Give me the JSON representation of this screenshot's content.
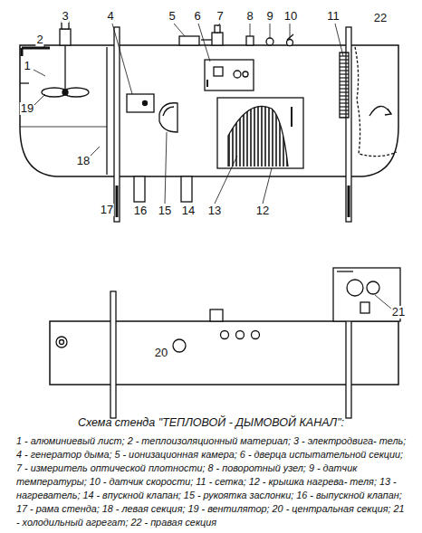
{
  "diagram": {
    "title": "Схема стенда \"ТЕПЛОВОЙ - ДЫМОВОЙ КАНАЛ\":",
    "caption": "1 - алюминиевый лист; 2 - теплоизоляционный материал; 3 - электродвига- тель; 4 - генератор дыма; 5 - ионизационная камера; 6 - дверца испытательной секции; 7 - измеритель оптической плотности; 8 - поворотный узел; 9 - датчик температуры; 10 - датчик скорости; 11 - сетка; 12 - крышка нагрева- теля; 13 - нагреватель; 14 - впускной клапан; 15 - рукоятка заслонки; 16 - выпускной клапан; 17 - рама стенда; 18 - левая секция; 19 - вентилятор; 20 - центральная секция; 21 - холодильный агрегат; 22 - правая секция",
    "labels": [
      "3",
      "4",
      "5",
      "6",
      "7",
      "8",
      "9",
      "10",
      "11",
      "22",
      "2",
      "1",
      "19",
      "18",
      "17",
      "16",
      "15",
      "14",
      "13",
      "12",
      "20",
      "21"
    ]
  }
}
